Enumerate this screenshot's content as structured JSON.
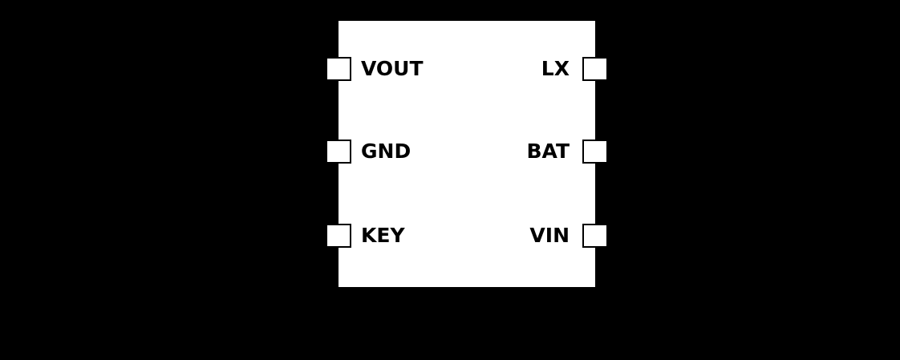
{
  "component": {
    "kind": "ic-schematic-symbol",
    "colors": {
      "background": "#000000",
      "body_fill": "#ffffff",
      "pin_fill": "#ffffff",
      "text": "#000000"
    },
    "pins": {
      "left": [
        {
          "label": "VOUT"
        },
        {
          "label": "GND"
        },
        {
          "label": "KEY"
        }
      ],
      "right": [
        {
          "label": "LX"
        },
        {
          "label": "BAT"
        },
        {
          "label": "VIN"
        }
      ]
    }
  }
}
